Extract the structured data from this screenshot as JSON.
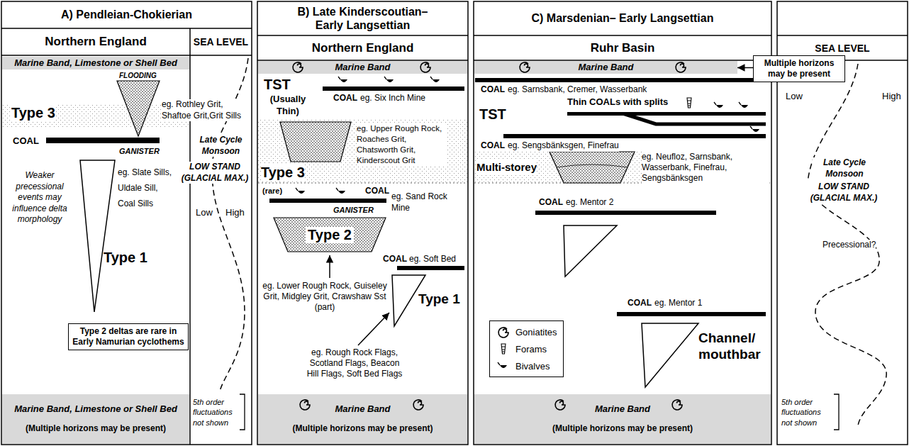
{
  "diagram": {
    "nodes": [
      {
        "text": [
          "A) Pendleian-Chokierian"
        ]
      },
      {
        "text": [
          "Northern England"
        ]
      },
      {
        "text": [
          "SEA LEVEL"
        ]
      },
      {
        "text": [
          "Marine Band, Limestone or Shell Bed"
        ]
      },
      {
        "text": [
          "Type 2 deltas are rare in Early Namurian cyclothems"
        ]
      },
      {
        "text": [
          "Marine Band, Limestone or Shell Bed",
          "(Multiple horizons may be present)"
        ]
      },
      {
        "text": [
          "B) Late Kinderscoutian– Early Langsettian"
        ]
      },
      {
        "text": [
          "Northern England"
        ]
      },
      {
        "text": [
          "Marine Band"
        ]
      },
      {
        "text": [
          "Type 2"
        ]
      },
      {
        "text": [
          "Marine Band",
          "(Multiple horizons may be present)"
        ]
      },
      {
        "text": [
          "C) Marsdenian– Early Langsettian"
        ]
      },
      {
        "text": [
          "Ruhr Basin"
        ]
      },
      {
        "text": [
          "Marine Band"
        ]
      },
      {
        "text": [
          "Multiple horizons may be present"
        ]
      },
      {
        "text": [
          "Marine Band",
          "(Multiple horizons may be present)"
        ]
      },
      {
        "text": [
          "SEA LEVEL"
        ]
      }
    ],
    "edges": [
      {
        "from": 14,
        "to": 13,
        "arrow": "to"
      }
    ],
    "labels": [
      "FLOODING",
      "Type 3",
      "eg. Rothley Grit, Shaftoe Grit,Grit Sills",
      "COAL",
      "GANISTER",
      "Weaker precessional events may influence delta morphology",
      "eg. Slate Sills, Uldale Sill, Coal Sills",
      "Type 1",
      "Late Cycle Monsoon",
      "LOW STAND (GLACIAL MAX.)",
      "Low",
      "High",
      "5th order fluctuations not shown",
      "TST",
      "(Usually Thin)",
      "COAL",
      "eg. Six Inch Mine",
      "Type 3",
      "eg. Upper Rough Rock, Roaches Grit, Chatsworth Grit, Kinderscout Grit",
      "(rare)",
      "COAL",
      "GANISTER",
      "eg. Sand Rock Mine",
      "eg. Lower Rough Rock, Guiseley Grit, Midgley Grit, Crawshaw Sst (part)",
      "COAL",
      "eg. Soft Bed",
      "Type 1",
      "eg. Rough Rock Flags, Scotland Flags, Beacon Hill Flags, Soft Bed Flags",
      "COAL",
      "eg. Sarnsbank, Cremer, Wasserbank",
      "Thin COALs with splits",
      "TST",
      "COAL",
      "eg. Sengsbänksgen, Finefrau",
      "Multi-storey",
      "eg. Neufloz, Sarnsbank, Wasserbank, Finefrau, Sengsbänksgen",
      "COAL",
      "eg. Mentor 2",
      "COAL",
      "eg. Mentor 1",
      "Channel/ mouthbar",
      "Low",
      "High",
      "Late Cycle Monsoon",
      "LOW STAND (GLACIAL MAX.)",
      "Precessional?",
      "5th order fluctuations not shown"
    ],
    "legend": [
      {
        "text": "Goniatites"
      },
      {
        "text": "Forams"
      },
      {
        "text": "Bivalves"
      }
    ]
  }
}
